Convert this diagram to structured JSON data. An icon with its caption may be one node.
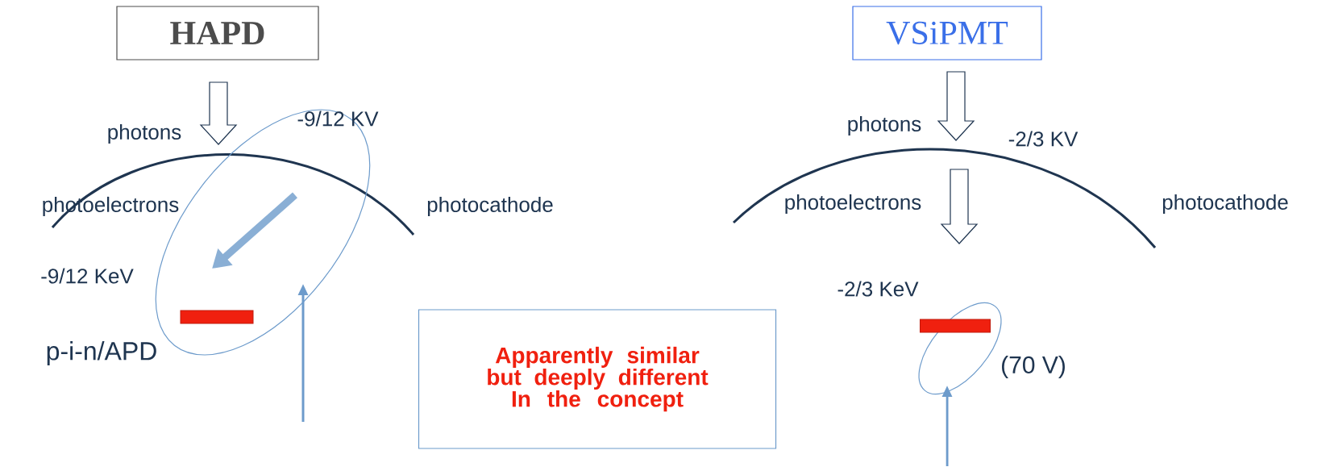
{
  "diagram": {
    "nodes": [
      {
        "text": [
          "HAPD"
        ]
      },
      {
        "text": [
          "VSiPMT"
        ]
      },
      {
        "text": [
          "Apparently similar but deeply different In the concept"
        ]
      },
      {
        "text": [],
        "shape": "bar"
      },
      {
        "text": [],
        "shape": "bar"
      }
    ],
    "edges": [],
    "labels": [
      "photons",
      "-9/12 KV",
      "photoelectrons",
      "photocathode",
      "-9/12 KeV",
      "p-i-n/APD",
      "photons",
      "-2/3 KV",
      "photoelectrons",
      "photocathode",
      "-2/3 KeV",
      "(70 V)"
    ]
  }
}
